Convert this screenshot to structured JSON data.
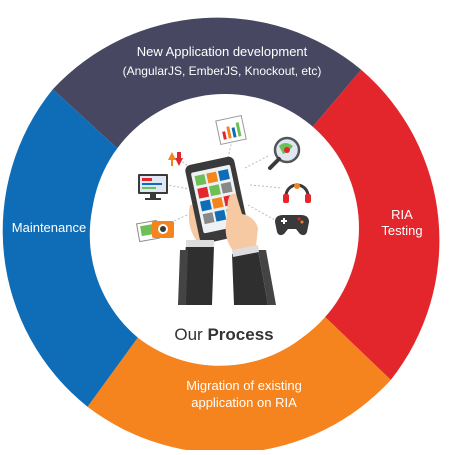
{
  "diagram": {
    "segments": [
      {
        "id": "new-app",
        "title": "New Application development",
        "subtitle": "(AngularJS, EmberJS, Knockout, etc)",
        "color": "#474761"
      },
      {
        "id": "ria-testing",
        "line1": "RIA",
        "line2": "Testing",
        "color": "#e3262c"
      },
      {
        "id": "migration",
        "line1": "Migration of existing",
        "line2": "application on RIA",
        "color": "#f5841f"
      },
      {
        "id": "maintenance",
        "title": "Maintenance",
        "color": "#0f6cb6"
      }
    ],
    "center": {
      "title_regular": "Our",
      "title_bold": "Process"
    },
    "icon_colors": {
      "phone": "#3a3a3a",
      "hand": "#f6c9a3",
      "sleeve": "#2f2f2f",
      "tile_green": "#6dbf56",
      "tile_orange": "#f39c2b",
      "tile_blue": "#3f8fd6",
      "tile_red": "#e3262c"
    },
    "icons": [
      "arrows-updown-icon",
      "monitor-icon",
      "photos-icon",
      "chart-card-icon",
      "magnifier-globe-icon",
      "headphones-icon",
      "gamepad-icon",
      "smartphone-hand-icon"
    ]
  }
}
